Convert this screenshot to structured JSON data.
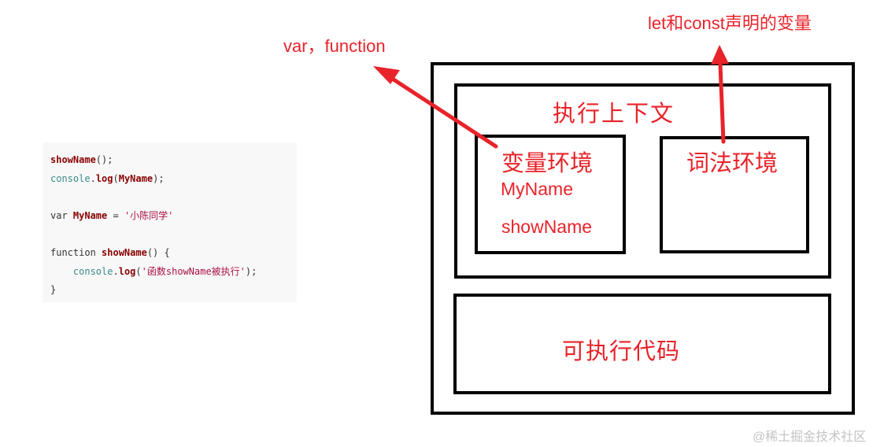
{
  "code": {
    "lines": [
      [
        {
          "t": "showName",
          "c": "fn"
        },
        {
          "t": "();",
          "c": "plain"
        }
      ],
      [
        {
          "t": "console",
          "c": "obj"
        },
        {
          "t": ".",
          "c": "plain"
        },
        {
          "t": "log",
          "c": "fn"
        },
        {
          "t": "(",
          "c": "plain"
        },
        {
          "t": "MyName",
          "c": "var"
        },
        {
          "t": ");",
          "c": "plain"
        }
      ],
      [],
      [
        {
          "t": "var ",
          "c": "kw"
        },
        {
          "t": "MyName",
          "c": "var"
        },
        {
          "t": " = ",
          "c": "plain"
        },
        {
          "t": "'小陈同学'",
          "c": "str"
        }
      ],
      [],
      [
        {
          "t": "function ",
          "c": "kw"
        },
        {
          "t": "showName",
          "c": "fn"
        },
        {
          "t": "() {",
          "c": "plain"
        }
      ],
      [
        {
          "t": "    console",
          "c": "obj"
        },
        {
          "t": ".",
          "c": "plain"
        },
        {
          "t": "log",
          "c": "fn"
        },
        {
          "t": "(",
          "c": "plain"
        },
        {
          "t": "'函数showName被执行'",
          "c": "str"
        },
        {
          "t": ");",
          "c": "plain"
        }
      ],
      [
        {
          "t": "}",
          "c": "plain"
        }
      ]
    ]
  },
  "diagram": {
    "context_title": "执行上下文",
    "variable_env_title": "变量环境",
    "lexical_env_title": "词法环境",
    "var_items": [
      "MyName",
      "showName"
    ],
    "executable_code_title": "可执行代码",
    "var_function_label": "var，function",
    "let_const_label": "let和const声明的变量"
  },
  "colors": {
    "accent": "#e8232a",
    "border": "#000000"
  },
  "watermark": "@稀土掘金技术社区"
}
